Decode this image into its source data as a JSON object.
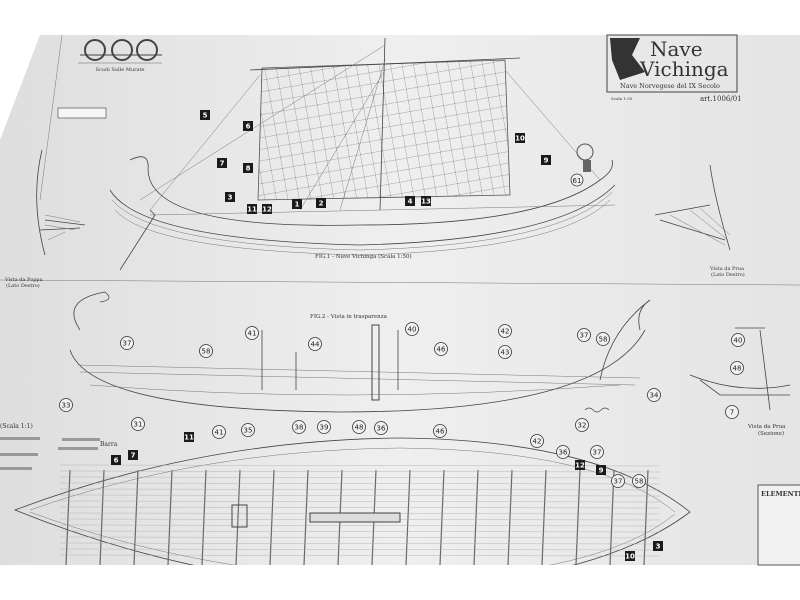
{
  "title_block": {
    "title_line1": "Nave",
    "title_line2": "Vichinga",
    "subtitle": "Nave Norvegese del IX Secolo",
    "scale": "Scala 1:50",
    "article": "art.1006/01"
  },
  "logo": {
    "caption": "Scudi Sulle Murate"
  },
  "figures": {
    "fig1_caption": "FIG.1 - Nave Vichinga (Scala 1:50)",
    "fig2_caption": "FIG.2 - Vista in trasparenza",
    "stern_view": [
      "Vista da Poppa",
      "(Lato Destro)"
    ],
    "bow_view": [
      "Vista da Prua",
      "(Lato Destro)"
    ],
    "bow_section": [
      "Vista da Prua",
      "(Sezione)"
    ],
    "scale_note": "(Scala 1:1)",
    "bar_label": "Barra",
    "elements_header": "ELEMENTI"
  },
  "callouts": {
    "fig1_squares": [
      "5",
      "6",
      "7",
      "8",
      "3",
      "11",
      "12",
      "1",
      "2",
      "4",
      "13",
      "10",
      "9"
    ],
    "fig1_circle": "61",
    "fig2_circles": [
      "37",
      "58",
      "41",
      "40",
      "44",
      "46",
      "42",
      "43",
      "37",
      "58",
      "33",
      "31",
      "32",
      "34"
    ],
    "section_circles": [
      "40",
      "48",
      "7"
    ],
    "deck_circles": [
      "41",
      "35",
      "38",
      "39",
      "48",
      "36",
      "46",
      "42",
      "36",
      "37",
      "37",
      "58"
    ],
    "deck_squares": [
      "11",
      "6",
      "7",
      "12",
      "9",
      "3",
      "10"
    ]
  },
  "colors": {
    "paper": "#ececec",
    "ink": "#333333",
    "callout_fill": "#1a1a1a"
  }
}
